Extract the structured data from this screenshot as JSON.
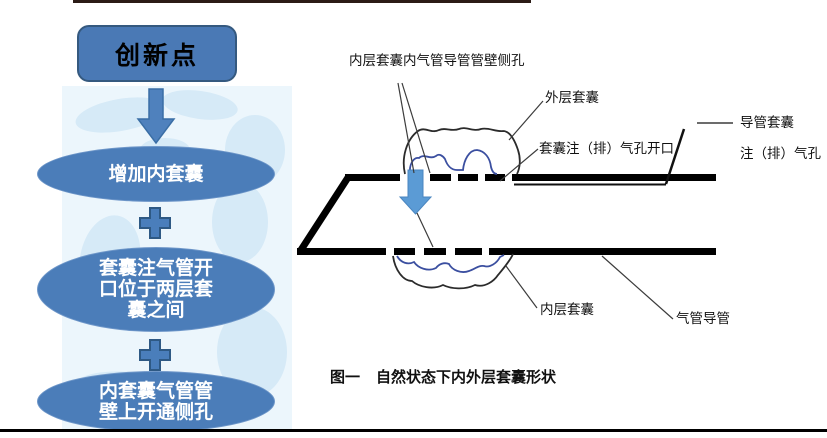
{
  "colors": {
    "flow_title_fill": "#4a79b5",
    "flow_shape_fill": "#4b7db9",
    "flow_shape_border": "#35597f",
    "flow_step_text": "#ffffff",
    "flow_title_text": "#000000",
    "connector_blue": "#4f81bd",
    "diagram_arrow_blue": "#5b9bd5",
    "inner_cuff_line_blue": "#3b4fa0",
    "outer_cuff_line": "#2b2b2b",
    "tube_black": "#000000",
    "watermark_base": "#ecf6fc",
    "watermark_land": "#d6eaf7"
  },
  "flowchart": {
    "title": "创新点",
    "steps": [
      {
        "label": "增加内套囊"
      },
      {
        "label": "套囊注气管开口位于两层套囊之间"
      },
      {
        "label": "内套囊气管管壁上开通侧孔"
      }
    ]
  },
  "diagram": {
    "labels": {
      "sidehole": "内层套囊内气管导管管壁侧孔",
      "outer_cuff": "外层套囊",
      "cuff_port_opening": "套囊注（排）气孔开口",
      "catheter_cuff": "导管套囊",
      "inflation_port": "注（排）气孔",
      "inner_cuff": "内层套囊",
      "tracheal_tube": "气管导管"
    },
    "caption": {
      "figure_no": "图一",
      "text": "自然状态下内外层套囊形状"
    }
  }
}
